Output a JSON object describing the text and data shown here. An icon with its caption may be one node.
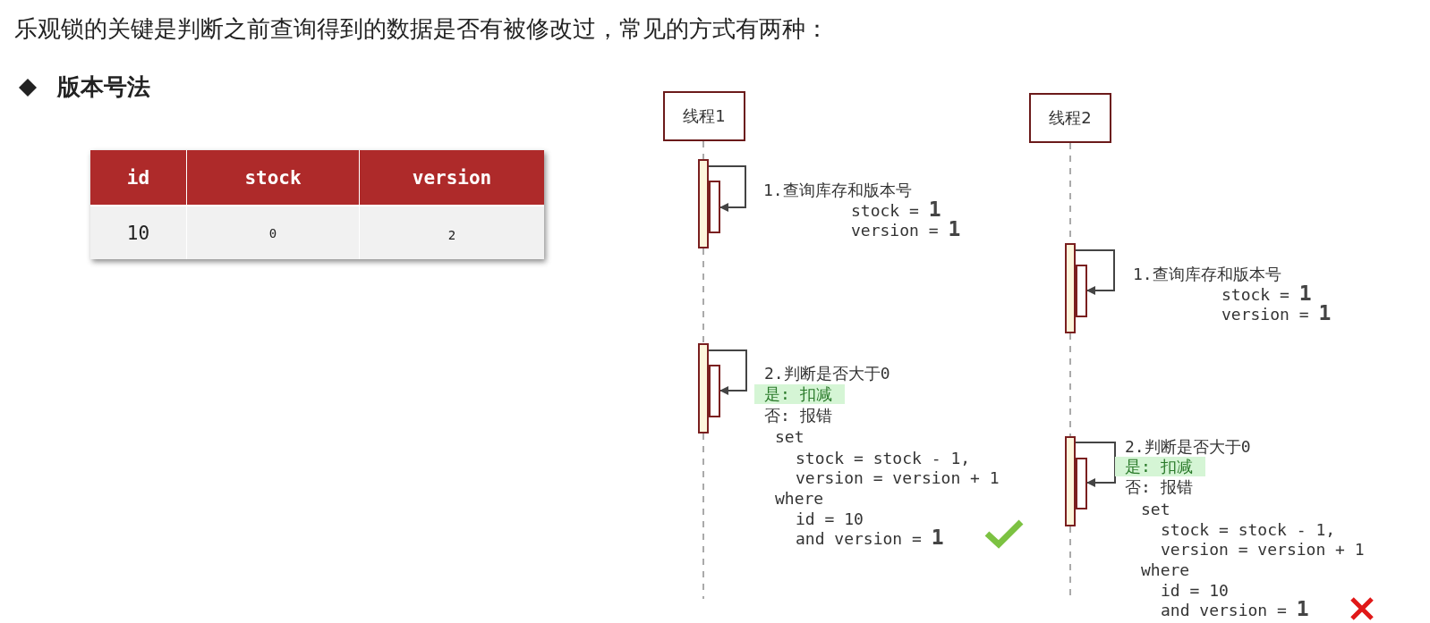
{
  "diagram": {
    "title": "乐观锁的关键是判断之前查询得到的数据是否有被修改过，常见的方式有两种：",
    "nodes": [
      {
        "text": [
          "线程1"
        ]
      },
      {
        "text": [
          "线程2"
        ]
      },
      {
        "text": [],
        "shape": "box"
      },
      {
        "text": [],
        "shape": "box"
      },
      {
        "text": [],
        "shape": "box"
      },
      {
        "text": [],
        "shape": "box"
      },
      {
        "text": [],
        "shape": "box"
      },
      {
        "text": [],
        "shape": "box"
      },
      {
        "text": [],
        "shape": "box"
      },
      {
        "text": [],
        "shape": "box"
      }
    ],
    "edges": [
      {
        "from": 2,
        "to": 3,
        "arrow": "to",
        "color": "#444444"
      },
      {
        "from": 4,
        "to": 5,
        "arrow": "to",
        "color": "#444444"
      },
      {
        "from": 6,
        "to": 7,
        "arrow": "to",
        "color": "#444444"
      },
      {
        "from": 8,
        "to": 9,
        "arrow": "to",
        "color": "#444444"
      },
      {
        "from": 0,
        "to": 2,
        "arrow": "none",
        "style": "dashed"
      },
      {
        "from": 2,
        "to": 6,
        "arrow": "none",
        "style": "dashed"
      },
      {
        "from": 6,
        "to": null,
        "arrow": "none",
        "style": "dashed"
      },
      {
        "from": 1,
        "to": 4,
        "arrow": "none",
        "style": "dashed"
      },
      {
        "from": 4,
        "to": 8,
        "arrow": "none",
        "style": "dashed"
      },
      {
        "from": 8,
        "to": null,
        "arrow": "none",
        "style": "dashed"
      }
    ],
    "labels": [
      "版本号法",
      "id",
      "stock",
      "version",
      "10",
      "0",
      "2",
      "1.查询库存和版本号",
      "stock = **1**",
      "version = **1**",
      "1.查询库存和版本号",
      "stock = **1**",
      "version =  **1**",
      "2.判断是否大于0",
      "是: 扣减",
      "否: 报错",
      "set",
      "stock = stock - 1,",
      "version = version + 1",
      "where",
      "id = 10",
      "and version = **1**",
      "2.判断是否大于0",
      "是: 扣减",
      "否: 报错",
      "set",
      "stock = stock - 1,",
      "version = version + 1",
      "where",
      "id = 10",
      "and version = **1**"
    ]
  }
}
